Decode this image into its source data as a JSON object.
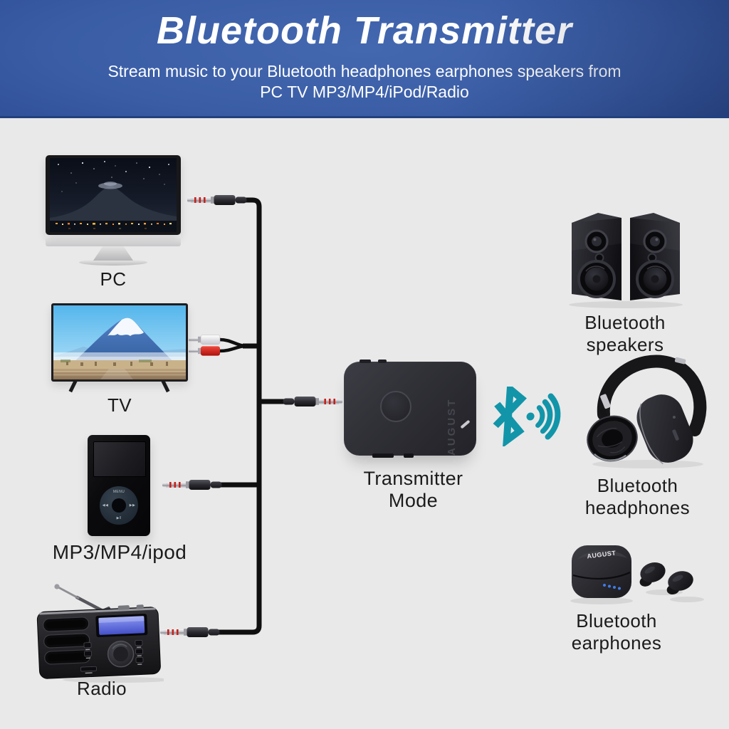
{
  "header": {
    "title": "Bluetooth Transmitter",
    "subtitle_line1": "Stream music to your Bluetooth headphones earphones speakers from",
    "subtitle_line2": "PC TV MP3/MP4/iPod/Radio"
  },
  "theme": {
    "background": "#e9e9e9",
    "header_center_blue": "#4468b0",
    "header_edge_blue": "#1d3a78",
    "cable_black": "#0f0f10",
    "bluetooth_teal": "#1295a9",
    "rca_red": "#d2231d",
    "rca_white": "#f5f5f7",
    "label_color": "#1b1b1b"
  },
  "sources": {
    "pc": {
      "label": "PC"
    },
    "tv": {
      "label": "TV"
    },
    "mp3": {
      "label": "MP3/MP4/ipod",
      "wheel_menu_label": "MENU",
      "wheel_prev_glyph": "◀◀",
      "wheel_next_glyph": "▶▶",
      "wheel_play_glyph": "▶‖"
    },
    "radio": {
      "label": "Radio"
    }
  },
  "transmitter": {
    "label": "Transmitter Mode",
    "brand": "AUGUST"
  },
  "bluetooth_outputs": {
    "speakers": {
      "label": "Bluetooth speakers"
    },
    "headphones": {
      "label": "Bluetooth headphones"
    },
    "earphones": {
      "label": "Bluetooth earphones",
      "case_brand": "AUGUST"
    }
  },
  "icons": {
    "bluetooth_signal": "bluetooth-signal-icon",
    "aux_jack": "aux-jack-3.5mm-icon",
    "rca_plugs": "rca-plug-icons"
  }
}
